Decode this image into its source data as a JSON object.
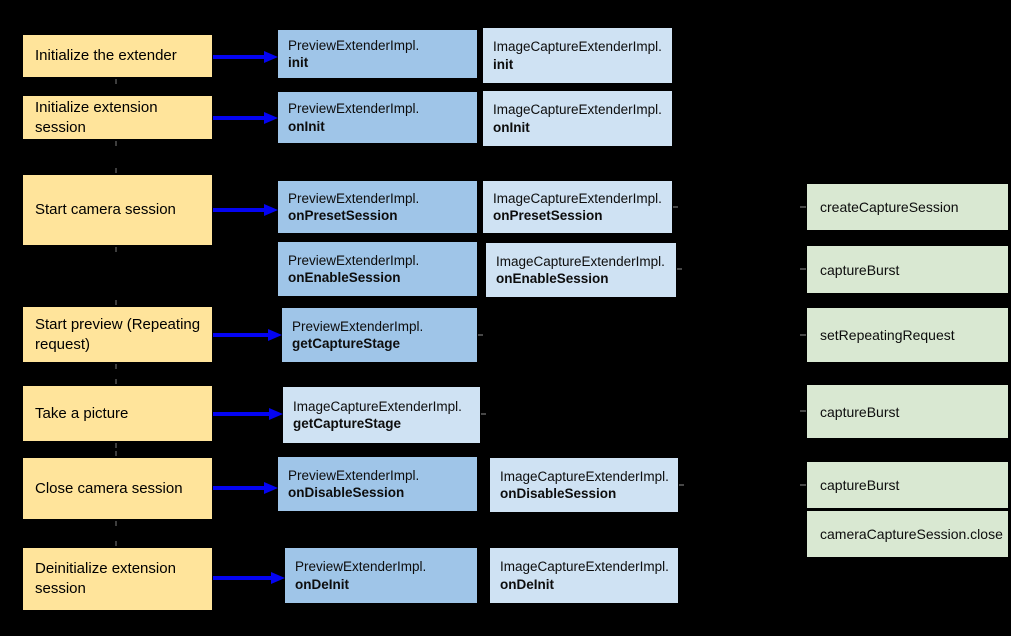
{
  "colors": {
    "background": "#000000",
    "step_box": "#ffe49b",
    "preview_impl_box": "#9fc5e8",
    "image_capture_impl_box": "#cfe2f3",
    "camera2_call_box": "#d9e8d2",
    "arrow": "#0404f2"
  },
  "steps": [
    {
      "label": "Initialize the extender"
    },
    {
      "label": "Initialize extension session"
    },
    {
      "label": "Start camera session"
    },
    {
      "label": "Start preview (Repeating request)"
    },
    {
      "label": "Take a picture"
    },
    {
      "label": "Close camera session"
    },
    {
      "label": "Deinitialize extension session"
    }
  ],
  "impl_boxes": [
    {
      "cls": "PreviewExtenderImpl.",
      "method": "init"
    },
    {
      "cls": "PreviewExtenderImpl.",
      "method": "onInit"
    },
    {
      "cls": "PreviewExtenderImpl.",
      "method": "onPresetSession"
    },
    {
      "cls": "PreviewExtenderImpl.",
      "method": "onEnableSession"
    },
    {
      "cls": "PreviewExtenderImpl.",
      "method": "getCaptureStage"
    },
    {
      "cls": "ImageCaptureExtenderImpl.",
      "method": "getCaptureStage"
    },
    {
      "cls": "PreviewExtenderImpl.",
      "method": "onDisableSession"
    },
    {
      "cls": "PreviewExtenderImpl.",
      "method": "onDeInit"
    }
  ],
  "image_capture_boxes": [
    {
      "cls": "ImageCaptureExtenderImpl.",
      "method": "init"
    },
    {
      "cls": "ImageCaptureExtenderImpl.",
      "method": "onInit"
    },
    {
      "cls": "ImageCaptureExtenderImpl.",
      "method": "onPresetSession"
    },
    {
      "cls": "ImageCaptureExtenderImpl.",
      "method": "onEnableSession"
    },
    {
      "cls": "ImageCaptureExtenderImpl.",
      "method": "onDisableSession"
    },
    {
      "cls": "ImageCaptureExtenderImpl.",
      "method": "onDeInit"
    }
  ],
  "camera2_calls": [
    {
      "label": "createCaptureSession"
    },
    {
      "label": "captureBurst"
    },
    {
      "label": "setRepeatingRequest"
    },
    {
      "label": "captureBurst"
    },
    {
      "label": "captureBurst"
    },
    {
      "label": "cameraCaptureSession.close"
    }
  ]
}
